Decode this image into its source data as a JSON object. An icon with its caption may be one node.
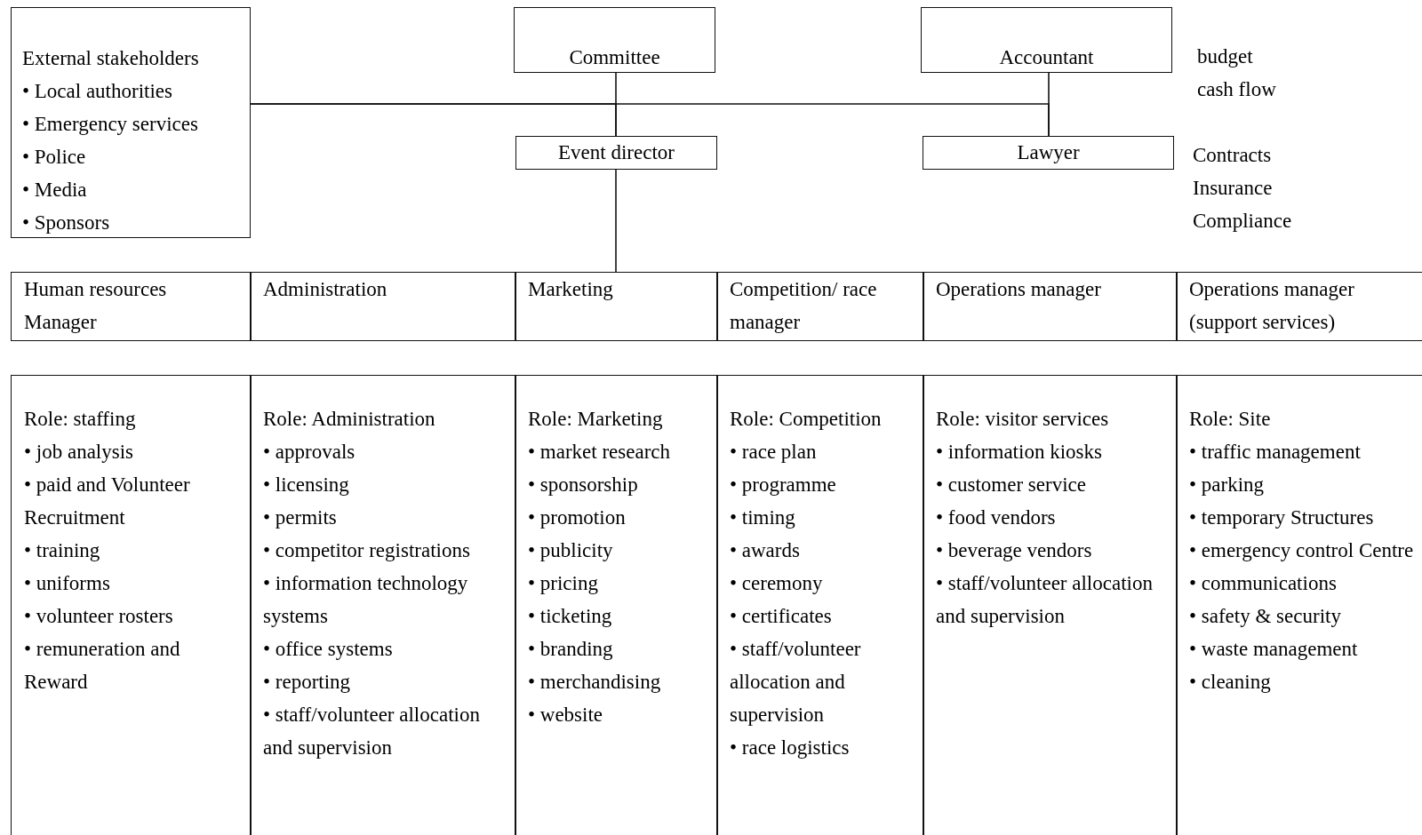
{
  "diagram": {
    "nodes": [
      {
        "text": [
          "External stakeholders",
          "• Local authorities",
          "• Emergency services",
          "• Police",
          "• Media",
          "• Sponsors"
        ]
      },
      {
        "text": [
          "Committee"
        ]
      },
      {
        "text": [
          "Accountant"
        ],
        "beside": [
          "budget",
          "cash flow"
        ]
      },
      {
        "text": [
          "Event director"
        ]
      },
      {
        "text": [
          "Lawyer"
        ],
        "beside": [
          "Contracts",
          "Insurance",
          "Compliance"
        ]
      },
      {
        "text": [
          "Human resources Manager"
        ]
      },
      {
        "text": [
          "Administration"
        ]
      },
      {
        "text": [
          "Marketing"
        ]
      },
      {
        "text": [
          "Competition/ race manager"
        ]
      },
      {
        "text": [
          "Operations manager"
        ]
      },
      {
        "text": [
          "Operations manager (support services)"
        ]
      },
      {
        "text": [
          "Role: staffing",
          "• job analysis",
          "• paid and Volunteer Recruitment",
          "• training",
          "• uniforms",
          "• volunteer rosters",
          "• remuneration and Reward"
        ]
      },
      {
        "text": [
          "Role: Administration",
          "• approvals",
          "• licensing",
          "• permits",
          "• competitor registrations",
          "• information technology systems",
          "• office systems",
          "• reporting",
          "• staff/volunteer allocation and supervision"
        ]
      },
      {
        "text": [
          "Role: Marketing",
          "• market research",
          "• sponsorship",
          "• promotion",
          "• publicity",
          "• pricing",
          "• ticketing",
          "• branding",
          "• merchandising",
          "• website"
        ]
      },
      {
        "text": [
          "Role: Competition",
          "• race plan",
          "• programme",
          "• timing",
          "• awards",
          "• ceremony",
          "• certificates",
          "• staff/volunteer allocation and supervision",
          "• race logistics"
        ]
      },
      {
        "text": [
          "Role: visitor services",
          "• information kiosks",
          "• customer service",
          "• food vendors",
          "• beverage vendors",
          "• staff/volunteer allocation and supervision"
        ]
      },
      {
        "text": [
          "Role: Site",
          "• traffic management",
          "• parking",
          "• temporary Structures",
          "• emergency control Centre",
          "• communications",
          "• safety & security",
          "• waste management",
          "• cleaning"
        ]
      }
    ],
    "edges": [
      {
        "from": 1,
        "to": 3,
        "arrow": "none"
      },
      {
        "from": 2,
        "to": 4,
        "arrow": "none"
      },
      {
        "from": 0,
        "to": 3,
        "arrow": "none"
      },
      {
        "from": 0,
        "to": 4,
        "arrow": "none"
      },
      {
        "from": 3,
        "to": 7,
        "arrow": "none"
      }
    ]
  }
}
